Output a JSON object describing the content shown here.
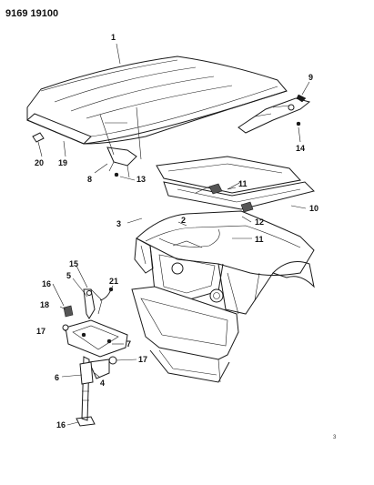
{
  "document_number": "9169 19100",
  "corner_mark": "3",
  "callouts": {
    "c1": "1",
    "c2": "2",
    "c3": "3",
    "c4": "4",
    "c5": "5",
    "c6": "6",
    "c7": "7",
    "c8": "8",
    "c9": "9",
    "c10": "10",
    "c11a": "11",
    "c11b": "11",
    "c12": "12",
    "c13": "13",
    "c14": "14",
    "c15": "15",
    "c16a": "16",
    "c16b": "16",
    "c17a": "17",
    "c17b": "17",
    "c18": "18",
    "c19": "19",
    "c20": "20",
    "c21": "21"
  }
}
